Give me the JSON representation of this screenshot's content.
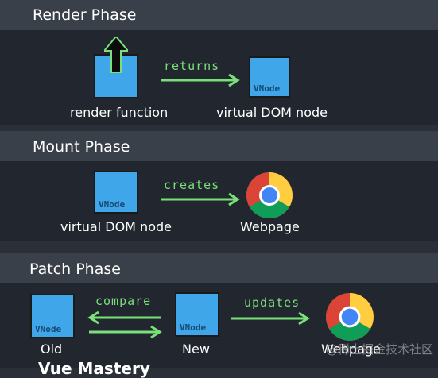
{
  "render_phase": {
    "title": "Render Phase",
    "left_caption": "render function",
    "arrow_label": "returns",
    "right_box_label": "VNode",
    "right_caption": "virtual DOM node"
  },
  "mount_phase": {
    "title": "Mount Phase",
    "left_box_label": "VNode",
    "left_caption": "virtual DOM node",
    "arrow_label": "creates",
    "right_caption": "Webpage"
  },
  "patch_phase": {
    "title": "Patch Phase",
    "old_box_label": "VNode",
    "old_caption": "Old",
    "compare_label": "compare",
    "new_box_label": "VNode",
    "new_caption": "New",
    "updates_label": "updates",
    "right_caption": "Webpage"
  },
  "watermark": "@稀土掘金技术社区",
  "footer_logo": "Vue Mastery",
  "colors": {
    "box_fill": "#3ea6e9",
    "arrow": "#79e07a",
    "header_band": "#3a4049",
    "body_band": "#22272f"
  },
  "icons": [
    "up-arrow-icon",
    "chrome-icon"
  ]
}
